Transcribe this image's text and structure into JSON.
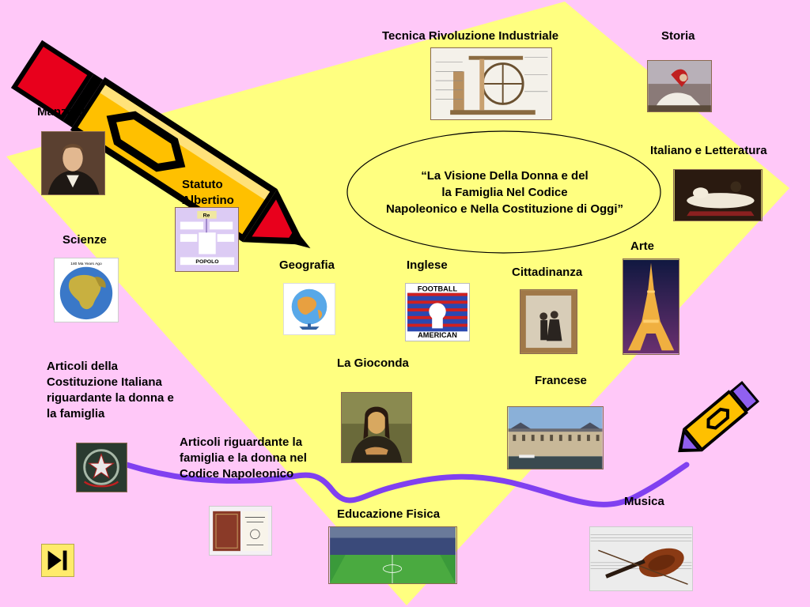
{
  "slide": {
    "background_color": "#FFC8F8",
    "diamond_color": "#FFFF80",
    "curve_color": "#8040F0",
    "center": {
      "line1": "“La Visione Della Donna e del",
      "line2": "la Famiglia Nel Codice",
      "line3": "Napoleonico e Nella Costituzione di Oggi”"
    },
    "labels": {
      "tecnica": "Tecnica Rivoluzione Industriale",
      "storia": "Storia",
      "manzoni": "Manzoni",
      "italiano": "Italiano e Letteratura",
      "statuto_line1": "Statuto",
      "statuto_line2": "Albertino",
      "scienze": "Scienze",
      "geografia": "Geografia",
      "inglese": "Inglese",
      "cittadinanza": "Cittadinanza",
      "arte": "Arte",
      "gioconda": "La Gioconda",
      "francese": "Francese",
      "articoli_costituzione": "Articoli della Costituzione Italiana riguardante la donna e la famiglia",
      "articoli_codice": "Articoli riguardante la famiglia e la donna nel Codice Napoleonico",
      "educazione_fisica": "Educazione Fisica",
      "musica": "Musica"
    },
    "image_text": {
      "statuto_top": "Re",
      "statuto_bottom": "POPOLO",
      "scienze_caption": "180 Ma Years Ago",
      "football_line1": "FOOTBALL",
      "football_line2": "AMERICAN"
    },
    "icons": {
      "big_pencil": "pencil-icon",
      "small_pencil": "pencil-icon",
      "nav": "play-next-icon"
    }
  }
}
